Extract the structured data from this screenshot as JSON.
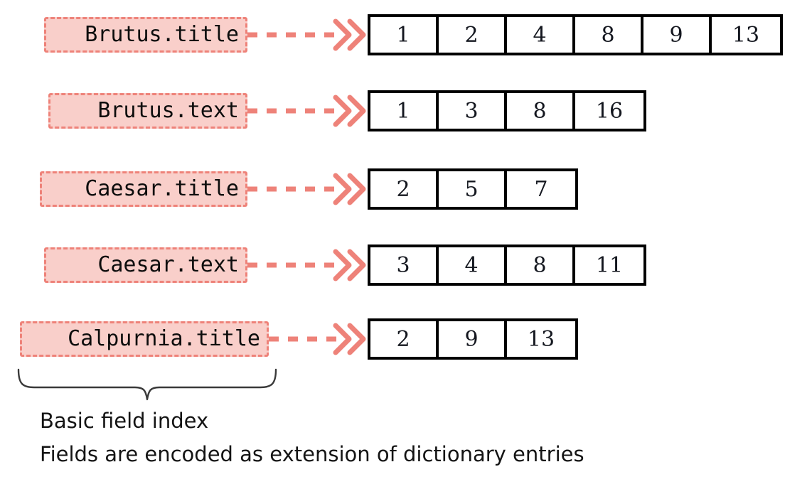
{
  "diagram": {
    "title": "Basic field index diagram",
    "colors": {
      "label_fill": "#f9cfca",
      "label_border": "#ee8279",
      "arrow": "#ee8279",
      "box_border": "#000000",
      "text": "#14171f",
      "background": "#ffffff"
    },
    "rows": [
      {
        "label": "Brutus.title",
        "arrow_icon": "double-chevron-right-icon",
        "postings": [
          "1",
          "2",
          "4",
          "8",
          "9",
          "13"
        ]
      },
      {
        "label": "Brutus.text",
        "arrow_icon": "double-chevron-right-icon",
        "postings": [
          "1",
          "3",
          "8",
          "16"
        ]
      },
      {
        "label": "Caesar.title",
        "arrow_icon": "double-chevron-right-icon",
        "postings": [
          "2",
          "5",
          "7"
        ]
      },
      {
        "label": "Caesar.text",
        "arrow_icon": "double-chevron-right-icon",
        "postings": [
          "3",
          "4",
          "8",
          "11"
        ]
      },
      {
        "label": "Calpurnia.title",
        "arrow_icon": "double-chevron-right-icon",
        "postings": [
          "2",
          "9",
          "13"
        ]
      }
    ],
    "brace": {
      "icon": "curly-brace-down-icon"
    },
    "caption": {
      "line1": "Basic field index",
      "line2": "Fields are encoded as extension of dictionary entries"
    }
  }
}
